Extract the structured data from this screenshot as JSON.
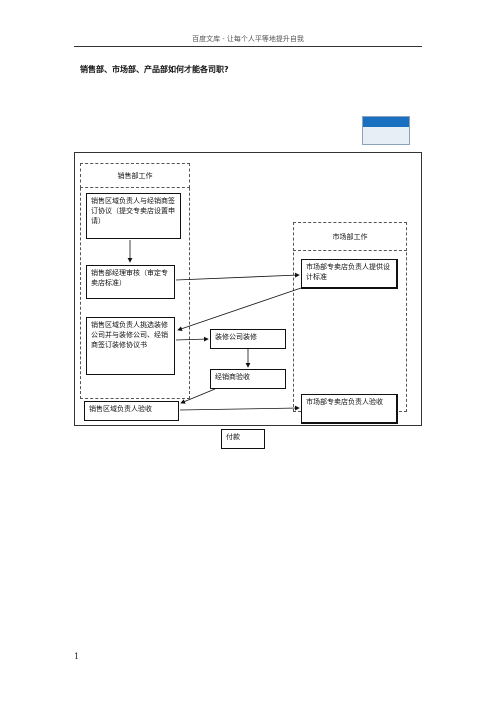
{
  "header": {
    "text": "百度文库 - 让每个人平等地提升自我"
  },
  "title": "销售部、市场部、产品部如何才能各司职?",
  "flowchart": {
    "lanes": {
      "sales": "销售部工作",
      "marketing": "市场部工作"
    },
    "steps": {
      "s1": "销售区域负责人与经销商签订协议（提交专卖店设置申请）",
      "s2": "销售部经理审核（审定专卖店标准）",
      "s3": "销售区域负责人挑选装修公司并与装修公司、经销商签订装修协议书",
      "s4": "销售区域负责人验收",
      "m1": "市场部专卖店负责人提供设计标准",
      "m2": "市场部专卖店负责人验收",
      "d1": "装修公司装修",
      "d2": "经销商验收",
      "p1": "付款"
    }
  },
  "footer": {
    "page_number": "1"
  },
  "colors": {
    "legend_bar": "#1a6fbf",
    "legend_fill": "#e8eef5"
  }
}
